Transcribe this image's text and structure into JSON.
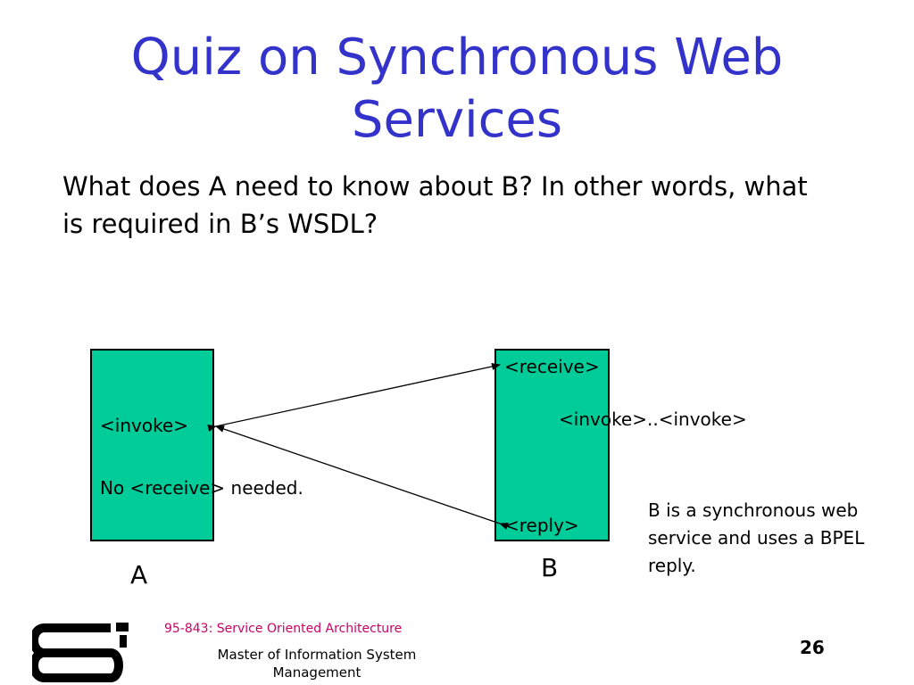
{
  "slide": {
    "title": "Quiz on Synchronous Web Services",
    "question": "What does A need to know about B? In other words, what is required in B’s WSDL?"
  },
  "diagram": {
    "box_a": {
      "name": "A",
      "invoke_label": "<invoke>",
      "no_receive_label": "No <receive> needed."
    },
    "box_b": {
      "name": "B",
      "receive_label": "<receive>",
      "invoke_chain_label": "<invoke>..<invoke>",
      "reply_label": "<reply>"
    },
    "note": "B is a synchronous web service and uses a BPEL reply.",
    "colors": {
      "box_fill": "#00cc99",
      "title": "#3333cc",
      "course": "#cc0066"
    }
  },
  "footer": {
    "course": "95-843: Service Oriented Architecture",
    "org": "Master of Information System Management",
    "page_number": "26",
    "logo_icon": "university-logo-icon"
  }
}
